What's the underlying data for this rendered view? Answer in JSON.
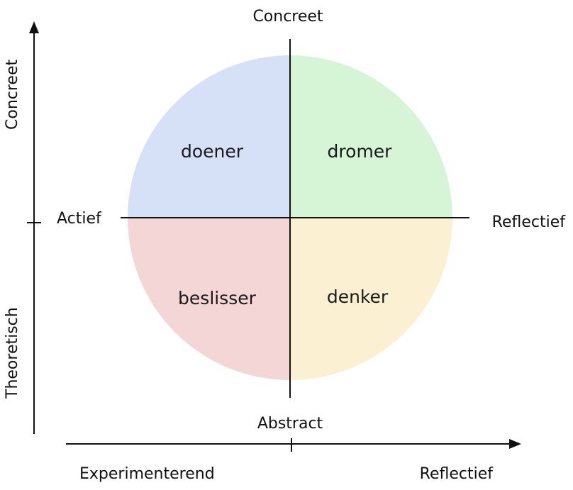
{
  "top_label": "Concreet",
  "bottom_label": "Abstract",
  "left_label": "Actief",
  "right_label": "Reflectief",
  "vertical_axis": {
    "top_label": "Concreet",
    "bottom_label": "Theoretisch"
  },
  "horizontal_axis": {
    "left_label": "Experimenterend",
    "right_label": "Reflectief"
  },
  "quadrants": {
    "top_left": {
      "label": "doener",
      "color": "#d6e1f7"
    },
    "top_right": {
      "label": "dromer",
      "color": "#d6f5d6"
    },
    "bottom_left": {
      "label": "beslisser",
      "color": "#f5d6d6"
    },
    "bottom_right": {
      "label": "denker",
      "color": "#fcf0d2"
    }
  },
  "line_color": "#111111"
}
